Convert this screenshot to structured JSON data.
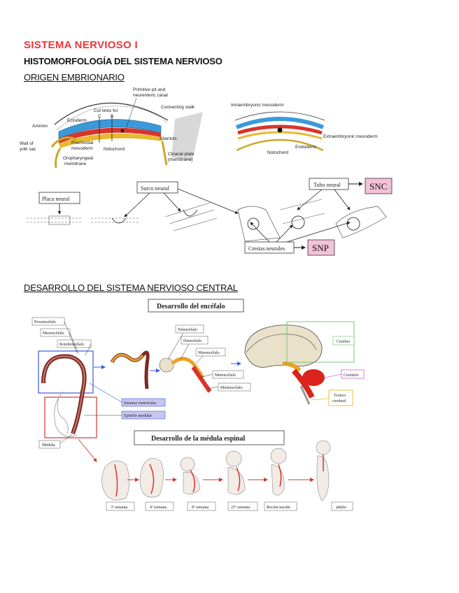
{
  "header": {
    "title": "SISTEMA NERVIOSO I",
    "subtitle": "HISTOMORFOLOGÍA DEL SISTEMA NERVIOSO",
    "section1": "ORIGEN EMBRIONARIO",
    "section2": "DESARROLLO DEL SISTEMA NERVIOSO CENTRAL"
  },
  "colors": {
    "title": "#e8383d",
    "ectoderm": "#3a9ad9",
    "endoderm": "#e8b930",
    "mesoderm": "#d9342b",
    "brain_red": "#d9231b",
    "brain_orange": "#e8a227",
    "snc_box": "#f4c2d8",
    "ventricle_box": "#c8c6f0"
  },
  "embryo_left": {
    "amnion": "Amnion",
    "ectoderm": "Ectoderm",
    "cut_lines": "Cut lines for",
    "cut_c": "C",
    "cut_b": "B",
    "primitive_pit": "Primitive pit and",
    "neurenteric": "neurenteric canal",
    "connecting_stalk": "Connecting stalk",
    "wall_yolk_1": "Wall of",
    "wall_yolk_2": "yolk sac",
    "prechordal_1": "Prechordal",
    "prechordal_2": "mesoderm",
    "notochord": "Notochord",
    "allantois": "Allantois",
    "cloacal_1": "Cloacal plate",
    "cloacal_2": "(membrane)",
    "oropharyngeal_1": "Oropharyngeal",
    "oropharyngeal_2": "membrane"
  },
  "embryo_right": {
    "intraembryonic": "Intraembryonic mesoderm",
    "extraembryonic": "Extraembryonic mesoderm",
    "endoderm": "Endoderm",
    "notochord": "Notochord"
  },
  "neural": {
    "placa": "Placa neural",
    "surco": "Surco neural",
    "tubo": "Tubo neural",
    "crestas": "Crestas neurales",
    "snc": "SNC",
    "snp": "SNP"
  },
  "brain": {
    "title": "Desarrollo del encéfalo",
    "prosencefalo": "Prosencéfalo",
    "mesencefalo": "Mesencéfalo",
    "rombencefalo": "Rombencéfalo",
    "telencefalo": "Telencéfalo",
    "diencefalo": "Diencéfalo",
    "mesencefalo2": "Mesencéfalo",
    "metencefalo": "Metencéfalo",
    "mielencefalo": "Mielencéfalo",
    "cerebro": "Cerebro",
    "cerebelo": "Cerebelo",
    "tronco_1": "Tronco",
    "tronco_2": "cerebral",
    "sistema_ventricular": "Sistema ventricular",
    "epitelio_medular": "Epitelio medular",
    "medula": "Médula"
  },
  "spinal": {
    "title": "Desarrollo de la médula espinal",
    "stages": [
      "3ª semana",
      "4ª semana",
      "8ª semana",
      "25ª semana",
      "Recién nacido",
      "adulto"
    ]
  }
}
